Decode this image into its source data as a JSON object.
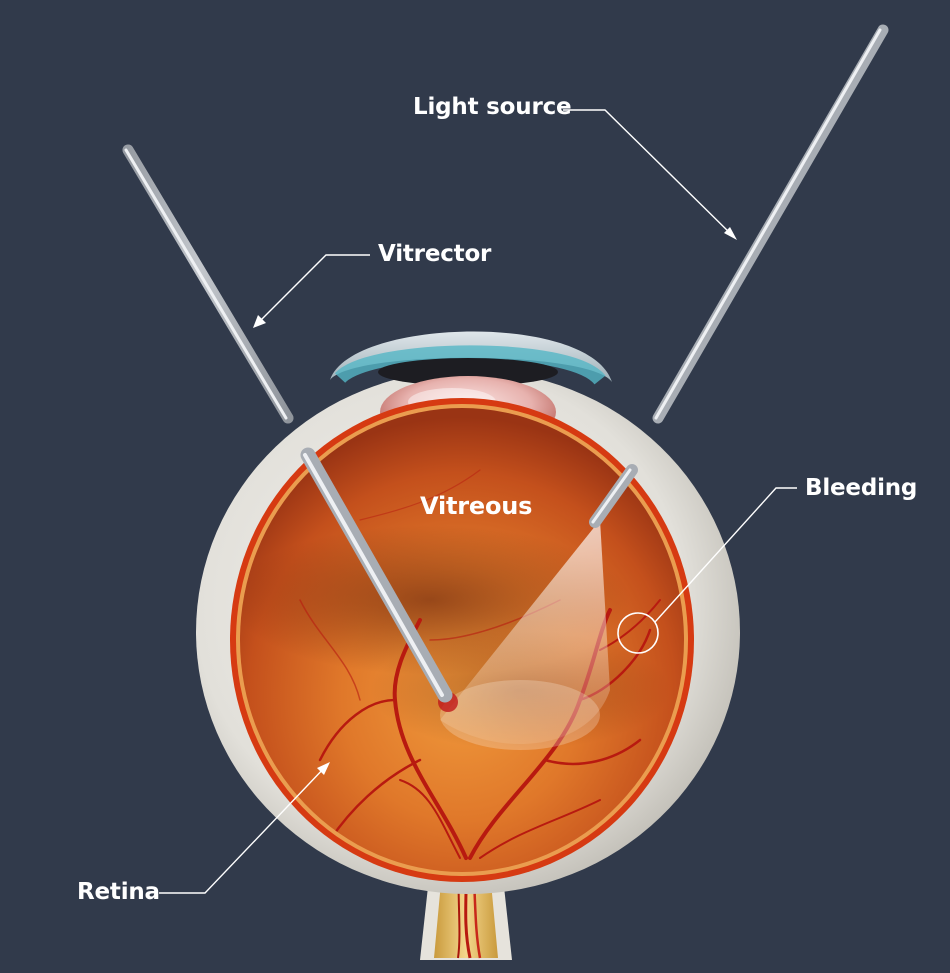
{
  "labels": {
    "light_source": "Light source",
    "vitrector": "Vitrector",
    "bleeding": "Bleeding",
    "retina": "Retina",
    "vitreous": "Vitreous"
  },
  "colors": {
    "background": "#313a4b",
    "sclera": "#e4e2dc",
    "choroid": "#d63a12",
    "vitreous_chamber": "#c8501c",
    "blood_vessel": "#b81a10",
    "instrument": "#c9ccd1",
    "leader_line": "#ffffff"
  }
}
